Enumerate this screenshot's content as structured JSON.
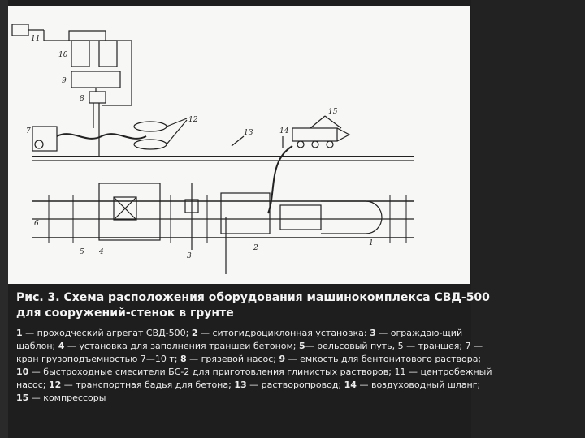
{
  "figure": {
    "callouts": [
      "1",
      "2",
      "3",
      "4",
      "5",
      "6",
      "7",
      "8",
      "9",
      "10",
      "11",
      "12",
      "13",
      "14",
      "15"
    ]
  },
  "caption": {
    "title": "Рис. 3. Схема расположения оборудования машинокомплекса СВД-500 для сооружений-стенок в грунте",
    "legend": [
      {
        "num": "1",
        "text": " — проходческий агрегат СВД-500; "
      },
      {
        "num": "2",
        "text": " — ситогидроциклонная установка: "
      },
      {
        "num": "3",
        "text": " — ограждаю-щий шаблон; "
      },
      {
        "num": "4",
        "text": " — установка для заполнения траншеи бетоном; "
      },
      {
        "num": "5",
        "text": "— рельсовый путь, 5 — траншея; 7 —кран грузоподъемностью 7—10 т; "
      },
      {
        "num": "8",
        "text": " — грязевой насос; "
      },
      {
        "num": "9",
        "text": " — емкость для бентонитового раствора; "
      },
      {
        "num": "10",
        "text": " — быстроходные смесители БС-2 для приготовления глинистых растворов; 11 — центробежный насос; "
      },
      {
        "num": "12",
        "text": " — транспортная бадья для бетона; "
      },
      {
        "num": "13",
        "text": " — растворопровод; "
      },
      {
        "num": "14",
        "text": " — воздуховодный шланг; "
      },
      {
        "num": "15",
        "text": " — компрессоры"
      }
    ]
  }
}
